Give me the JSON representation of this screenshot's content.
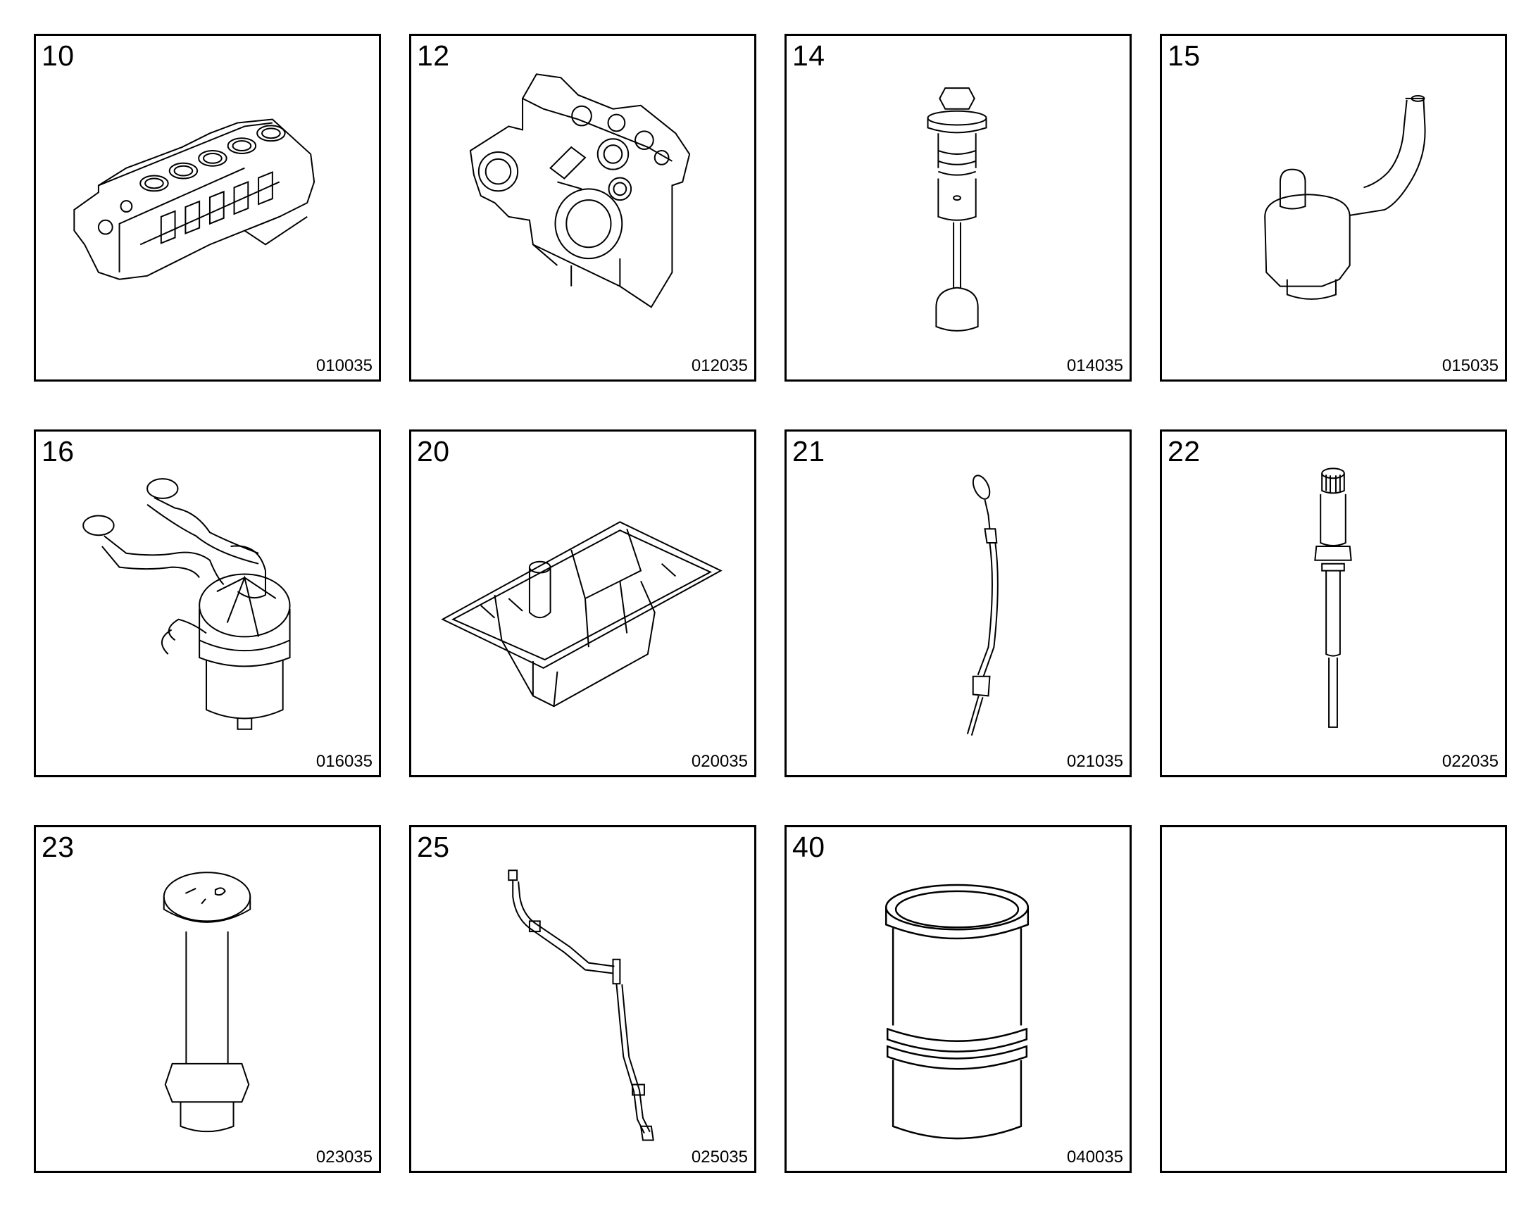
{
  "cells": [
    {
      "number": "10",
      "code": "010035",
      "icon": "engine-block-icon"
    },
    {
      "number": "12",
      "code": "012035",
      "icon": "timing-cover-icon"
    },
    {
      "number": "14",
      "code": "014035",
      "icon": "valve-plug-icon"
    },
    {
      "number": "15",
      "code": "015035",
      "icon": "bent-pipe-nozzle-icon"
    },
    {
      "number": "16",
      "code": "016035",
      "icon": "oil-separator-hoses-icon"
    },
    {
      "number": "20",
      "code": "020035",
      "icon": "oil-pan-icon"
    },
    {
      "number": "21",
      "code": "021035",
      "icon": "dipstick-icon"
    },
    {
      "number": "22",
      "code": "022035",
      "icon": "sensor-probe-icon"
    },
    {
      "number": "23",
      "code": "023035",
      "icon": "oil-filler-cap-icon"
    },
    {
      "number": "25",
      "code": "025035",
      "icon": "wiring-harness-icon"
    },
    {
      "number": "40",
      "code": "040035",
      "icon": "cylinder-liner-icon"
    },
    {
      "number": "",
      "code": "",
      "icon": ""
    }
  ]
}
